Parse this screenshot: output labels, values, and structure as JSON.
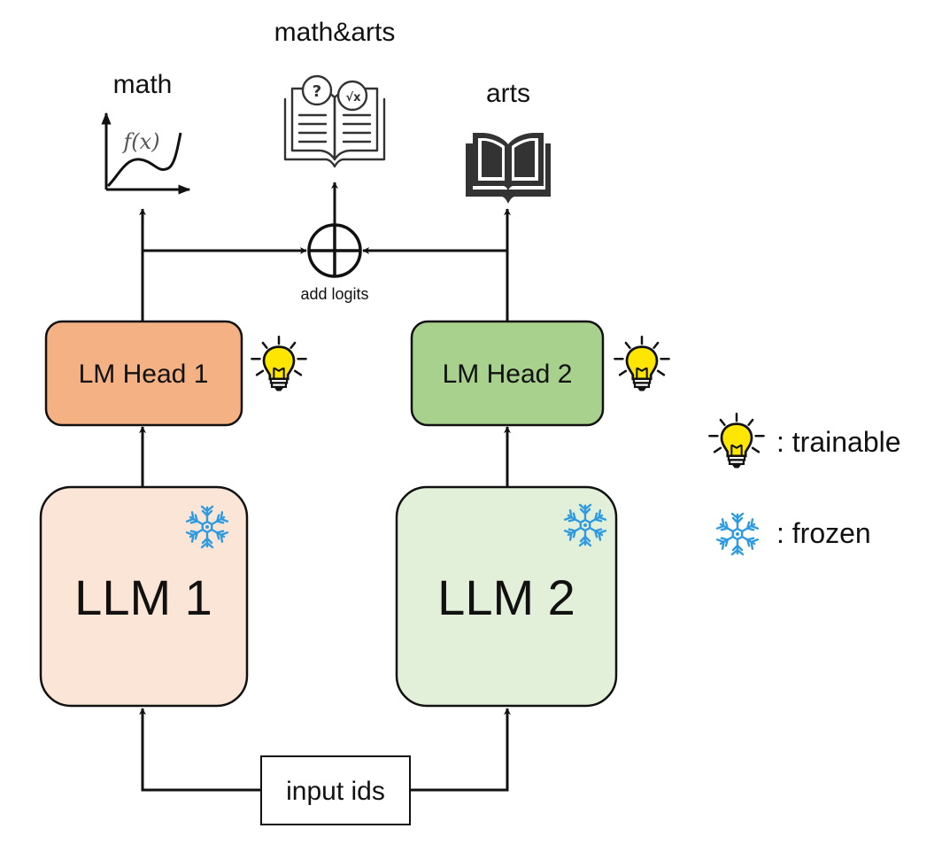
{
  "outputs": {
    "math": "math",
    "combined": "math&arts",
    "arts": "arts",
    "math_icon_text": "f(x)"
  },
  "combiner": {
    "label": "add logits",
    "icon": "circle-plus-icon"
  },
  "heads": [
    {
      "label": "LM Head 1",
      "fill": "#f4b183",
      "status_icon": "lightbulb-icon"
    },
    {
      "label": "LM Head 2",
      "fill": "#a9d18e",
      "status_icon": "lightbulb-icon"
    }
  ],
  "models": [
    {
      "label": "LLM 1",
      "fill": "#fbe5d6",
      "status_icon": "snowflake-icon"
    },
    {
      "label": "LLM 2",
      "fill": "#e2f0d9",
      "status_icon": "snowflake-icon"
    }
  ],
  "input": {
    "label": "input ids"
  },
  "legend": [
    {
      "icon": "lightbulb-icon",
      "label": ": trainable"
    },
    {
      "icon": "snowflake-icon",
      "label": ": frozen"
    }
  ],
  "colors": {
    "bulb_yellow": "#ffe600",
    "snowflake_blue": "#2e9be0",
    "ink": "#111111"
  }
}
